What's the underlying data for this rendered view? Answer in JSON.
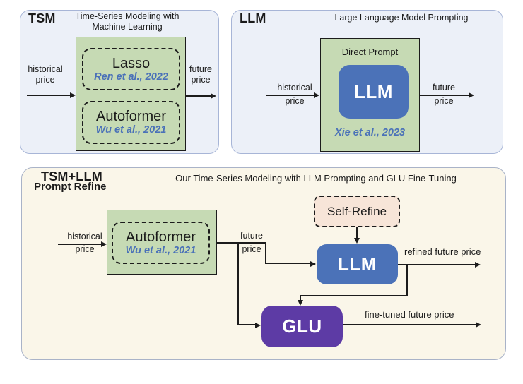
{
  "colors": {
    "panel_bg": "#ecf0f8",
    "panel_border": "#a7b5d7",
    "bottom_bg": "#faf6e9",
    "bottom_border": "#a9b3c8",
    "green_fill": "#c6dab4",
    "blue_fill": "#4b72b8",
    "purple_fill": "#5d3ba5",
    "peach_fill": "#f7e5d8",
    "citation_blue": "#4a71b8",
    "line": "#1c1c1c",
    "text": "#1a1a1a"
  },
  "tsm": {
    "tag": "TSM",
    "title_lines": [
      "Time-Series Modeling with",
      "Machine Learning"
    ],
    "input_label_lines": [
      "historical",
      "price"
    ],
    "output_label_lines": [
      "future",
      "price"
    ],
    "models": [
      {
        "name": "Lasso",
        "citation": "Ren et al., 2022"
      },
      {
        "name": "Autoformer",
        "citation": "Wu et al., 2021"
      }
    ]
  },
  "llm": {
    "tag": "LLM",
    "title": "Large Language Model Prompting",
    "box_label": "Direct Prompt",
    "model_name": "LLM",
    "citation": "Xie et al., 2023",
    "input_label_lines": [
      "historical",
      "price"
    ],
    "output_label_lines": [
      "future",
      "price"
    ]
  },
  "combined": {
    "tag_line1": "TSM+LLM",
    "tag_line2": "Prompt Refine",
    "title": "Our Time-Series Modeling with LLM Prompting and GLU Fine-Tuning",
    "input_label_lines": [
      "historical",
      "price"
    ],
    "tsm_model": {
      "name": "Autoformer",
      "citation": "Wu et al., 2021"
    },
    "mid_label_lines": [
      "future",
      "price"
    ],
    "self_refine_label": "Self-Refine",
    "llm_label": "LLM",
    "glu_label": "GLU",
    "refined_output_label": "refined future price",
    "finetuned_output_label": "fine-tuned future price"
  }
}
